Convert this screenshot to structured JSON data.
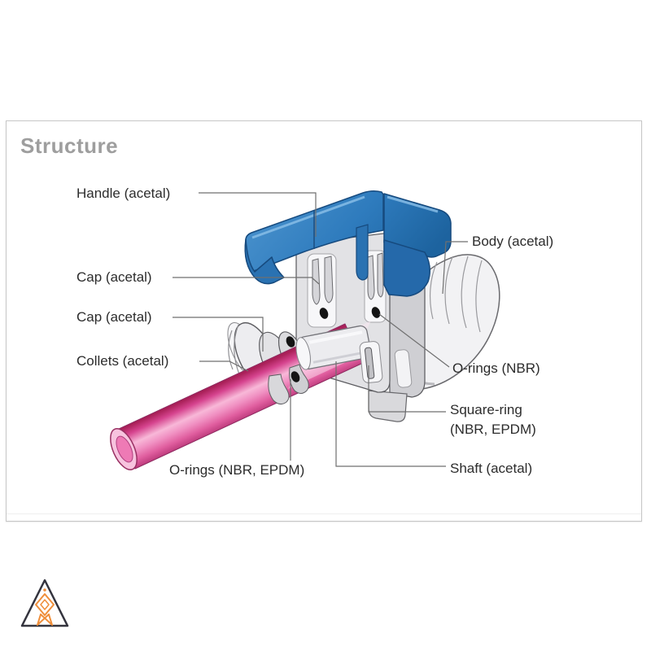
{
  "panel": {
    "title": "Structure"
  },
  "diagram": {
    "labels": {
      "handle": "Handle (acetal)",
      "cap_top": "Cap (acetal)",
      "cap_left": "Cap (acetal)",
      "collets": "Collets (acetal)",
      "orings_bottom": "O-rings (NBR, EPDM)",
      "body": "Body (acetal)",
      "orings_right": "O-rings (NBR)",
      "square_ring_line1": "Square-ring",
      "square_ring_line2": "(NBR, EPDM)",
      "shaft": "Shaft (acetal)"
    },
    "colors": {
      "handle_blue": "#2e7bbd",
      "handle_blue_dark": "#1b4d80",
      "body_white": "#f2f2f4",
      "block_gray": "#e2e2e5",
      "tube_pink": "#ee63a7",
      "oring_black": "#141414",
      "connector_gray": "#6f6f6f",
      "title_gray": "#9e9e9e",
      "logo_orange": "#ef8e3a"
    }
  }
}
